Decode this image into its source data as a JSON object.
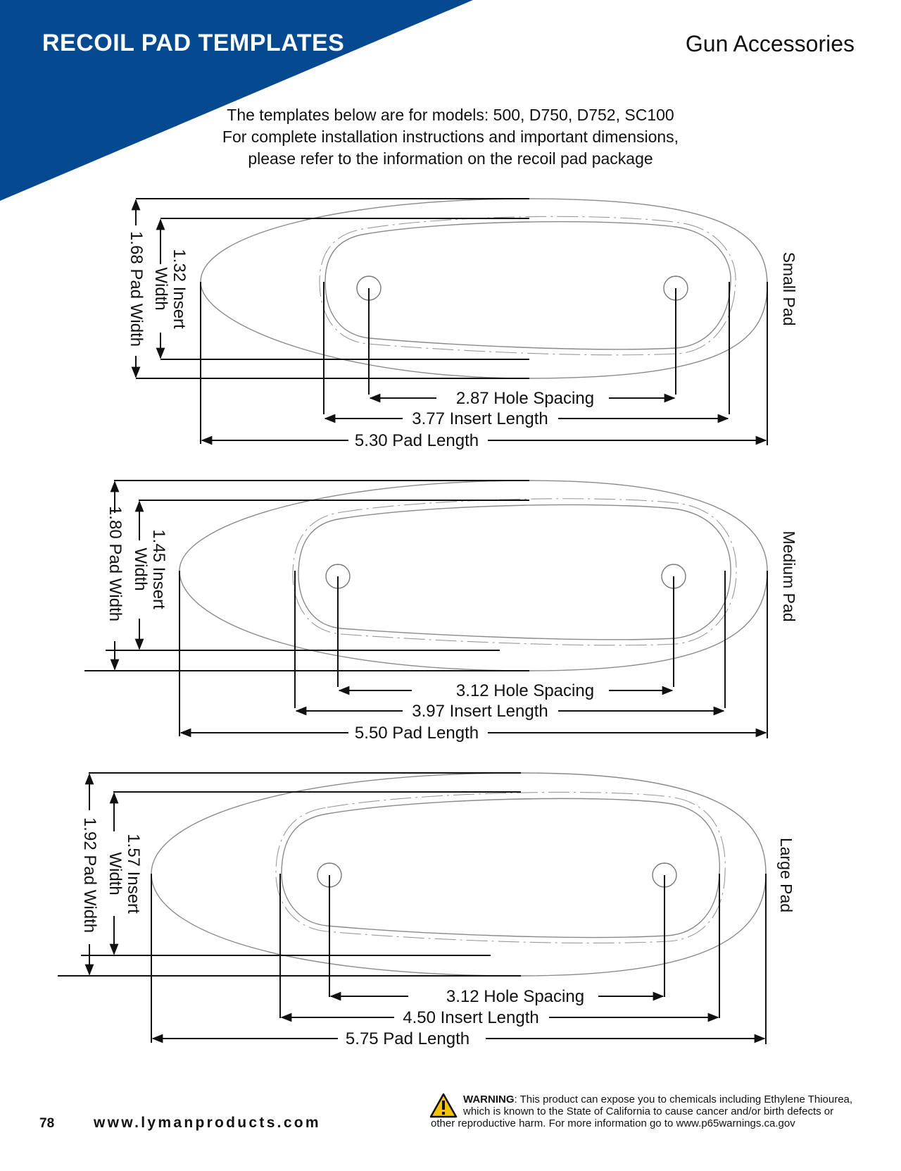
{
  "header": {
    "title": "RECOIL PAD TEMPLATES",
    "section": "Gun Accessories",
    "banner_color": "#054a91"
  },
  "intro": {
    "line1": "The templates below are for models: 500, D750, D752, SC100",
    "line2": "For complete installation instructions and important dimensions,",
    "line3": "please refer to the information on the recoil pad package"
  },
  "templates": [
    {
      "name": "Small Pad",
      "pad_width_label": "1.68 Pad Width",
      "insert_width_label_1": "1.32 Insert",
      "insert_width_label_2": "Width",
      "hole_spacing_label": "2.87 Hole Spacing",
      "insert_length_label": "3.77 Insert Length",
      "pad_length_label": "5.30 Pad Length"
    },
    {
      "name": "Medium Pad",
      "pad_width_label": "1.80 Pad Width",
      "insert_width_label_1": "1.45 Insert",
      "insert_width_label_2": "Width",
      "hole_spacing_label": "3.12 Hole Spacing",
      "insert_length_label": "3.97 Insert Length",
      "pad_length_label": "5.50 Pad Length"
    },
    {
      "name": "Large Pad",
      "pad_width_label": "1.92 Pad Width",
      "insert_width_label_1": "1.57 Insert",
      "insert_width_label_2": "Width",
      "hole_spacing_label": "3.12 Hole Spacing",
      "insert_length_label": "4.50 Insert Length",
      "pad_length_label": "5.75 Pad Length"
    }
  ],
  "footer": {
    "page_number": "78",
    "url": "www.lymanproducts.com",
    "warning_label": "WARNING",
    "warning_line1": ": This product can expose you to chemicals including Ethylene Thiourea,",
    "warning_line2": "which is known to the State of California to cause cancer and/or birth defects or",
    "warning_line3": "other reproductive harm. For more information go to www.p65warnings.ca.gov",
    "warning_icon": "warning-triangle-icon"
  }
}
